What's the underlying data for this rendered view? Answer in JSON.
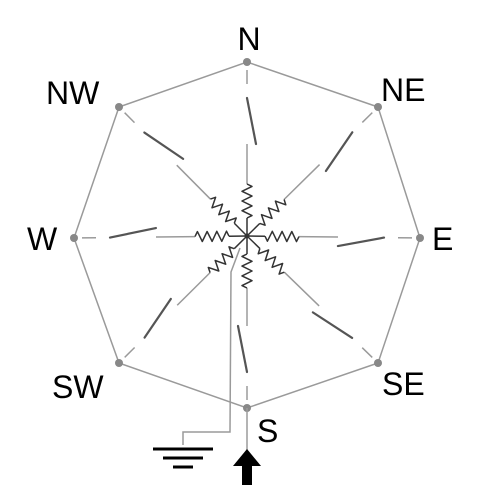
{
  "compass": {
    "directions": [
      {
        "key": "n",
        "label": "N"
      },
      {
        "key": "ne",
        "label": "NE"
      },
      {
        "key": "e",
        "label": "E"
      },
      {
        "key": "se",
        "label": "SE"
      },
      {
        "key": "s",
        "label": "S"
      },
      {
        "key": "sw",
        "label": "SW"
      },
      {
        "key": "w",
        "label": "W"
      },
      {
        "key": "nw",
        "label": "NW"
      }
    ]
  },
  "colors": {
    "frame": "#9a9a9a",
    "switch": "#555555",
    "resistor": "#333333",
    "node": "#888888",
    "text": "#000000"
  },
  "icons": {
    "ground": "ground-icon",
    "input": "up-arrow-icon"
  }
}
